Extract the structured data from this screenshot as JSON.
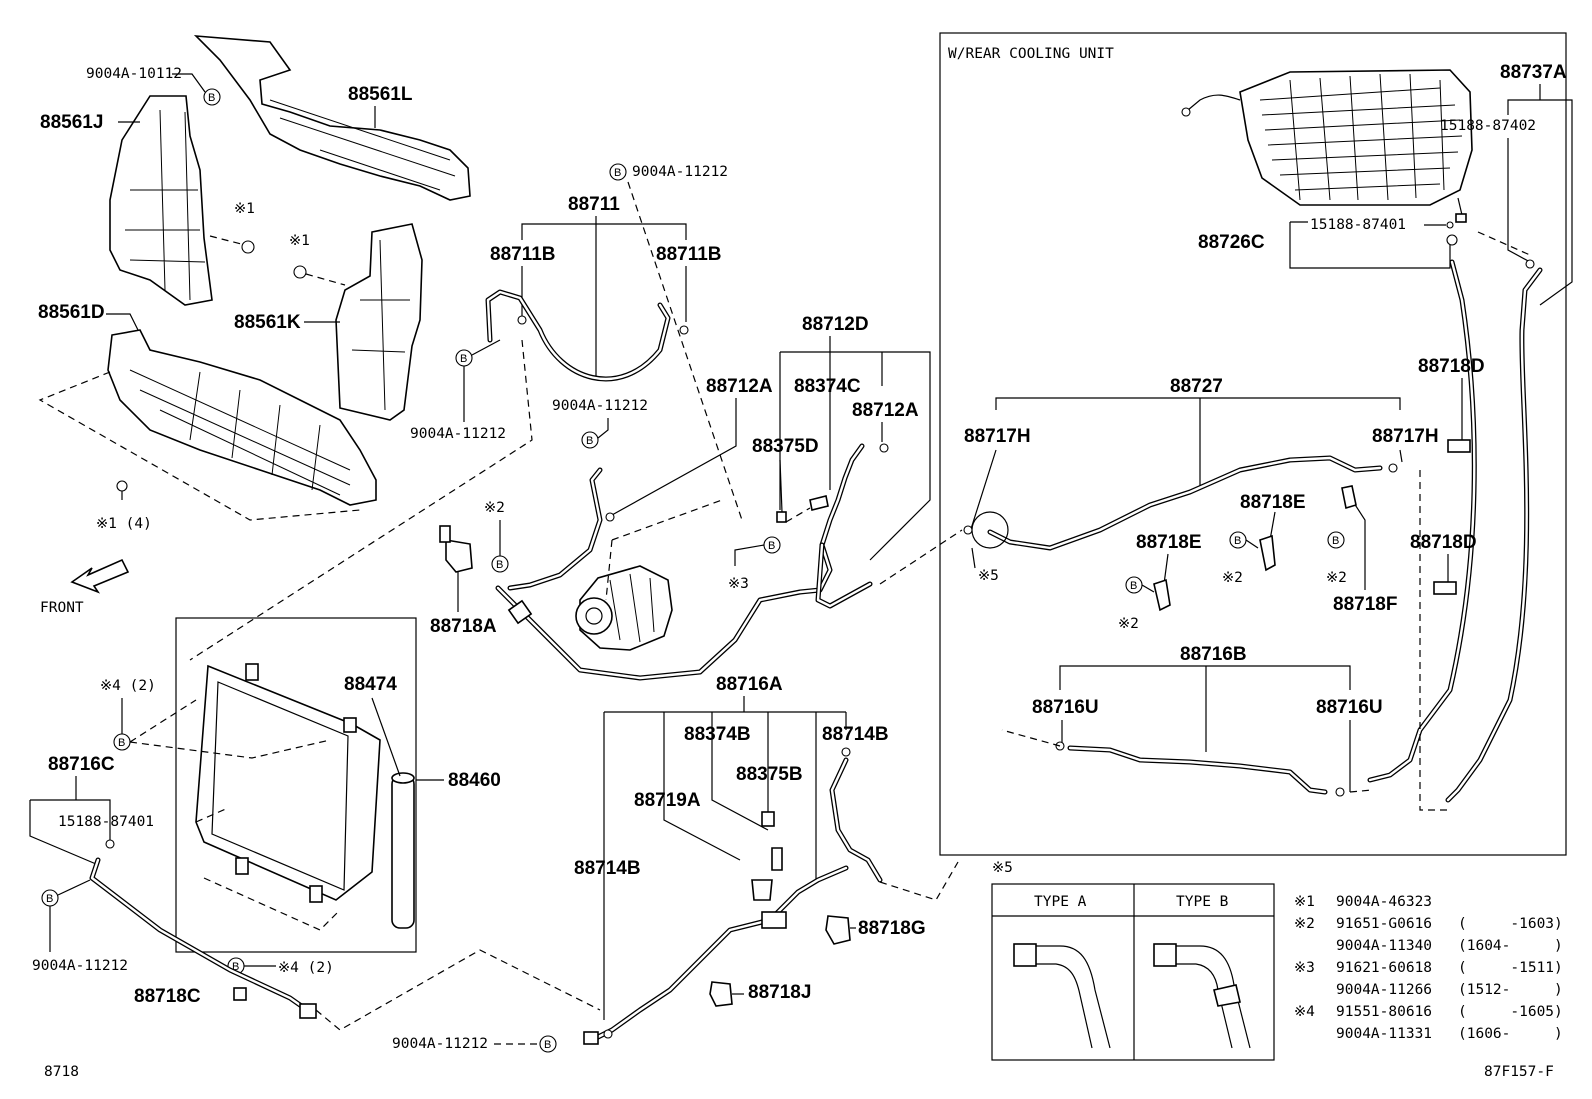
{
  "parts": {
    "p88561L": "88561L",
    "p88561J": "88561J",
    "p88561K": "88561K",
    "p88561D": "88561D",
    "p88711": "88711",
    "p88711B_l": "88711B",
    "p88711B_r": "88711B",
    "p88712D": "88712D",
    "p88712A_l": "88712A",
    "p88374C": "88374C",
    "p88712A_r": "88712A",
    "p88375D": "88375D",
    "p88718A": "88718A",
    "p88474": "88474",
    "p88460": "88460",
    "p88716C": "88716C",
    "p88718C": "88718C",
    "p88716A": "88716A",
    "p88374B": "88374B",
    "p88714B_r": "88714B",
    "p88375B": "88375B",
    "p88719A": "88719A",
    "p88714B_l": "88714B",
    "p88718G": "88718G",
    "p88718J": "88718J",
    "p88737A": "88737A",
    "p88726C": "88726C",
    "p88727": "88727",
    "p88717H_l": "88717H",
    "p88717H_r": "88717H",
    "p88718D_t": "88718D",
    "p88718D_b": "88718D",
    "p88718E_r": "88718E",
    "p88718E_l": "88718E",
    "p88718F": "88718F",
    "p88716B": "88716B",
    "p88716U_l": "88716U",
    "p88716U_r": "88716U"
  },
  "small": {
    "s9004A_10112": "9004A-10112",
    "s9004A_11212_a": "9004A-11212",
    "s9004A_11212_b": "9004A-11212",
    "s9004A_11212_c": "9004A-11212",
    "s9004A_11212_d": "9004A-11212",
    "s9004A_11212_e": "9004A-11212",
    "s15188_87402": "15188-87402",
    "s15188_87401_a": "15188-87401",
    "s15188_87401_b": "15188-87401",
    "m1a": "※1",
    "m1b": "※1",
    "m1c": "※1 (4)",
    "m2a": "※2",
    "m2b": "※2",
    "m2c": "※2",
    "m2d": "※2",
    "m3": "※3",
    "m4a": "※4 (2)",
    "m4b": "※4 (2)",
    "m5": "※5",
    "front": "FRONT",
    "rear_unit": "W/REAR COOLING UNIT",
    "fig_left": "8718",
    "fig_right": "87F157-F",
    "b": "B"
  },
  "type_box": {
    "title": "※5",
    "type_a": "TYPE A",
    "type_b": "TYPE B"
  },
  "notes": [
    {
      "mark": "※1",
      "part": "9004A-46323",
      "range": ""
    },
    {
      "mark": "※2",
      "part": "91651-G0616",
      "range": "(     -1603)"
    },
    {
      "mark": "",
      "part": "9004A-11340",
      "range": "(1604-     )"
    },
    {
      "mark": "※3",
      "part": "91621-60618",
      "range": "(     -1511)"
    },
    {
      "mark": "",
      "part": "9004A-11266",
      "range": "(1512-     )"
    },
    {
      "mark": "※4",
      "part": "91551-80616",
      "range": "(     -1605)"
    },
    {
      "mark": "",
      "part": "9004A-11331",
      "range": "(1606-     )"
    }
  ]
}
